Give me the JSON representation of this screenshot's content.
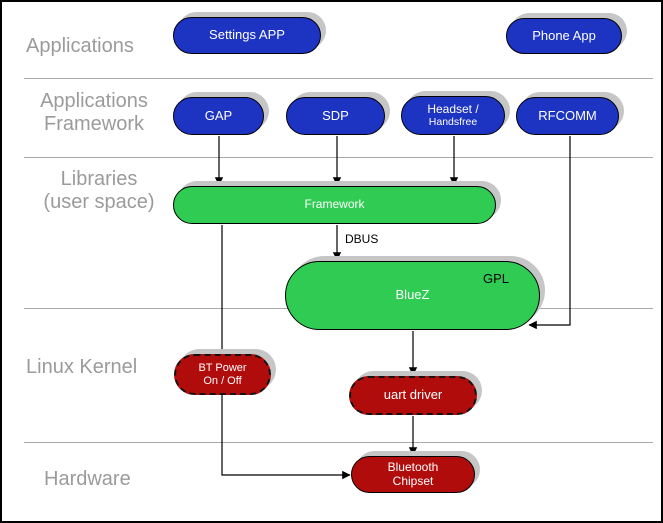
{
  "diagram": {
    "title_hint": "Bluetooth software stack layers",
    "layers": {
      "applications": "Applications",
      "app_framework_1": "Applications",
      "app_framework_2": "Framework",
      "libraries_1": "Libraries",
      "libraries_2": "(user space)",
      "kernel": "Linux Kernel",
      "hardware": "Hardware"
    },
    "nodes": {
      "settings_app": "Settings APP",
      "phone_app": "Phone App",
      "gap": "GAP",
      "sdp": "SDP",
      "headset_1": "Headset /",
      "headset_2": "Handsfree",
      "rfcomm": "RFCOMM",
      "framework": "Framework",
      "bluez": "BlueZ",
      "gpl": "GPL",
      "bt_power_1": "BT Power",
      "bt_power_2": "On / Off",
      "uart_driver": "uart driver",
      "chipset_1": "Bluetooth",
      "chipset_2": "Chipset"
    },
    "edge_labels": {
      "dbus": "DBUS"
    },
    "colors": {
      "app_node_blue": "#1d33c2",
      "library_node_green": "#2fcb53",
      "kernel_node_red": "#b10c0c",
      "node_text": "#ffffff",
      "layer_text_gray": "#9b9b9b",
      "divider_gray": "#a9a9a9",
      "shadow_gray": "#c6c6c6",
      "connector_black": "#000000",
      "background": "#ffffff"
    }
  }
}
